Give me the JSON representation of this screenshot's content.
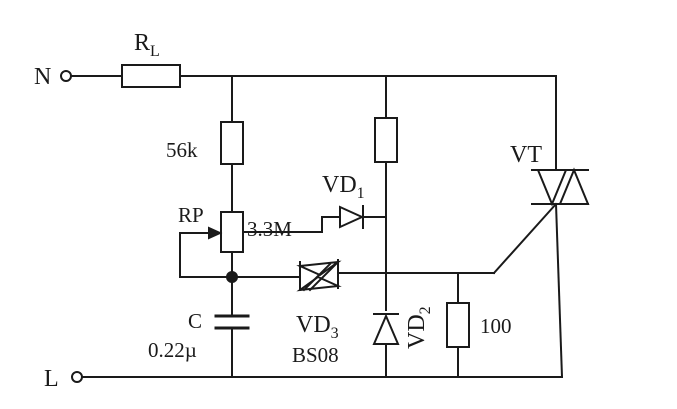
{
  "terminals": {
    "n": "N",
    "l": "L"
  },
  "components": {
    "rl": {
      "letter": "R",
      "subscript": "L"
    },
    "r56k": {
      "label": "56k"
    },
    "rp": {
      "label": "RP",
      "value": "3.3M"
    },
    "c": {
      "label": "C",
      "value": "0.22µ"
    },
    "vd1": {
      "letter": "VD",
      "subscript": "1"
    },
    "vd2": {
      "letter": "VD",
      "subscript": "2"
    },
    "vd3": {
      "letter": "VD",
      "subscript": "3",
      "part": "BS08"
    },
    "r100": {
      "label": "100"
    },
    "vt": {
      "label": "VT"
    }
  },
  "colors": {
    "ink": "#1a1a1a",
    "background": "#ffffff"
  }
}
